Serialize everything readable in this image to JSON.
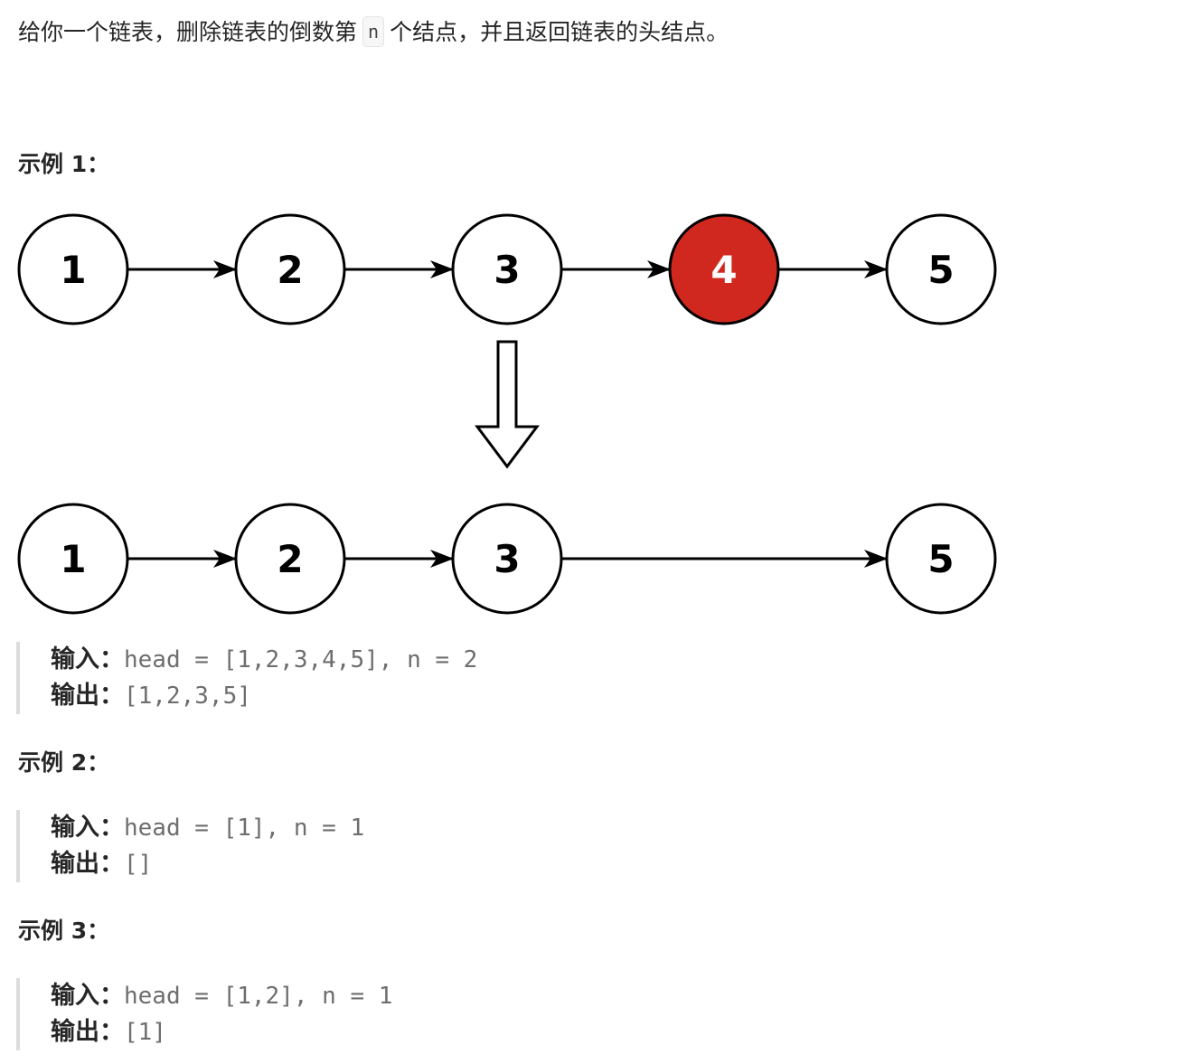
{
  "problem": {
    "intro_before": "给你一个链表，删除链表的倒数第",
    "intro_code": "n",
    "intro_after": "个结点，并且返回链表的头结点。"
  },
  "diagram": {
    "before": {
      "nodes": [
        "1",
        "2",
        "3",
        "4",
        "5"
      ],
      "removed_node": "4"
    },
    "after": {
      "nodes": [
        "1",
        "2",
        "3",
        "5"
      ]
    },
    "colors": {
      "removed_fill": "#d0281f",
      "stroke": "#000000"
    },
    "transform_icon": "down-arrow-icon"
  },
  "examples": [
    {
      "heading": "示例 1：",
      "input_label": "输入：",
      "input_value": "head = [1,2,3,4,5], n = 2",
      "output_label": "输出：",
      "output_value": "[1,2,3,5]"
    },
    {
      "heading": "示例 2：",
      "input_label": "输入：",
      "input_value": "head = [1], n = 1",
      "output_label": "输出：",
      "output_value": "[]"
    },
    {
      "heading": "示例 3：",
      "input_label": "输入：",
      "input_value": "head = [1,2], n = 1",
      "output_label": "输出：",
      "output_value": "[1]"
    }
  ]
}
